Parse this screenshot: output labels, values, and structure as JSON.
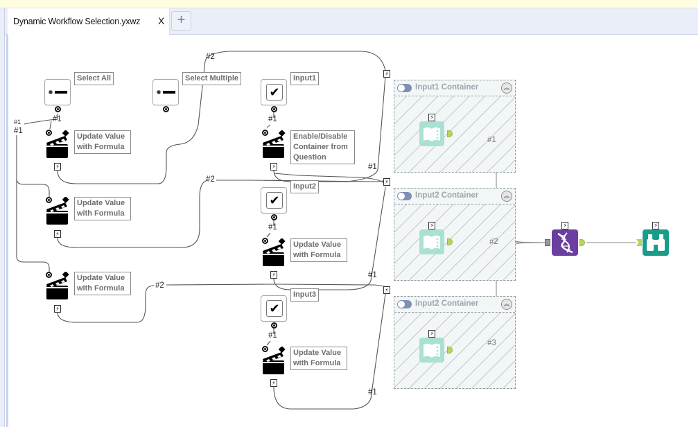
{
  "window": {
    "tab_title": "Dynamic Workflow Selection.yxwz",
    "tab_close_label": "X",
    "new_tab_label": "+"
  },
  "interface_tools": [
    {
      "id": "select_all",
      "type": "radio-button",
      "label": "Select All"
    },
    {
      "id": "select_multiple",
      "type": "radio-button",
      "label": "Select Multiple"
    },
    {
      "id": "input1",
      "type": "check-box",
      "label": "Input1"
    },
    {
      "id": "input2",
      "type": "check-box",
      "label": "Input2"
    },
    {
      "id": "input3",
      "type": "check-box",
      "label": "Input3"
    }
  ],
  "action_tools": [
    {
      "id": "action_a",
      "label": "Update Value with Formula"
    },
    {
      "id": "action_b",
      "label": "Update Value with Formula"
    },
    {
      "id": "action_c",
      "label": "Update Value with Formula"
    },
    {
      "id": "action_input1",
      "label": "Enable/Disable Container from Question"
    },
    {
      "id": "action_input2",
      "label": "Update Value with Formula"
    },
    {
      "id": "action_input3",
      "label": "Update Value with Formula"
    }
  ],
  "containers": [
    {
      "title": "Input1 Container",
      "enabled": false
    },
    {
      "title": "Input2 Container",
      "enabled": false
    },
    {
      "title": "Input2 Container",
      "enabled": false
    }
  ],
  "connection_labels": {
    "sa_out": "#1",
    "left_a": "#1",
    "left_b": "#1",
    "top_arc": "#2",
    "mid_arc": "#2",
    "low_arc": "#2",
    "in1_q": "#1",
    "in2_q": "#1",
    "in3_q": "#1",
    "in1_bolt": "#1",
    "in2_bolt": "#1",
    "in3_bolt": "#1",
    "union_1": "#1",
    "union_2": "#2",
    "union_3": "#3"
  },
  "icons": {
    "question_anchor": "Q",
    "bolt_anchor": "⚡",
    "checkbox": "✔",
    "collapse": "︽"
  },
  "colors": {
    "union_tool": "#6b3fa0",
    "browse_tool": "#1a9c8a",
    "input_tool": "#a6e0d3",
    "anchor_green": "#b7d55b"
  }
}
